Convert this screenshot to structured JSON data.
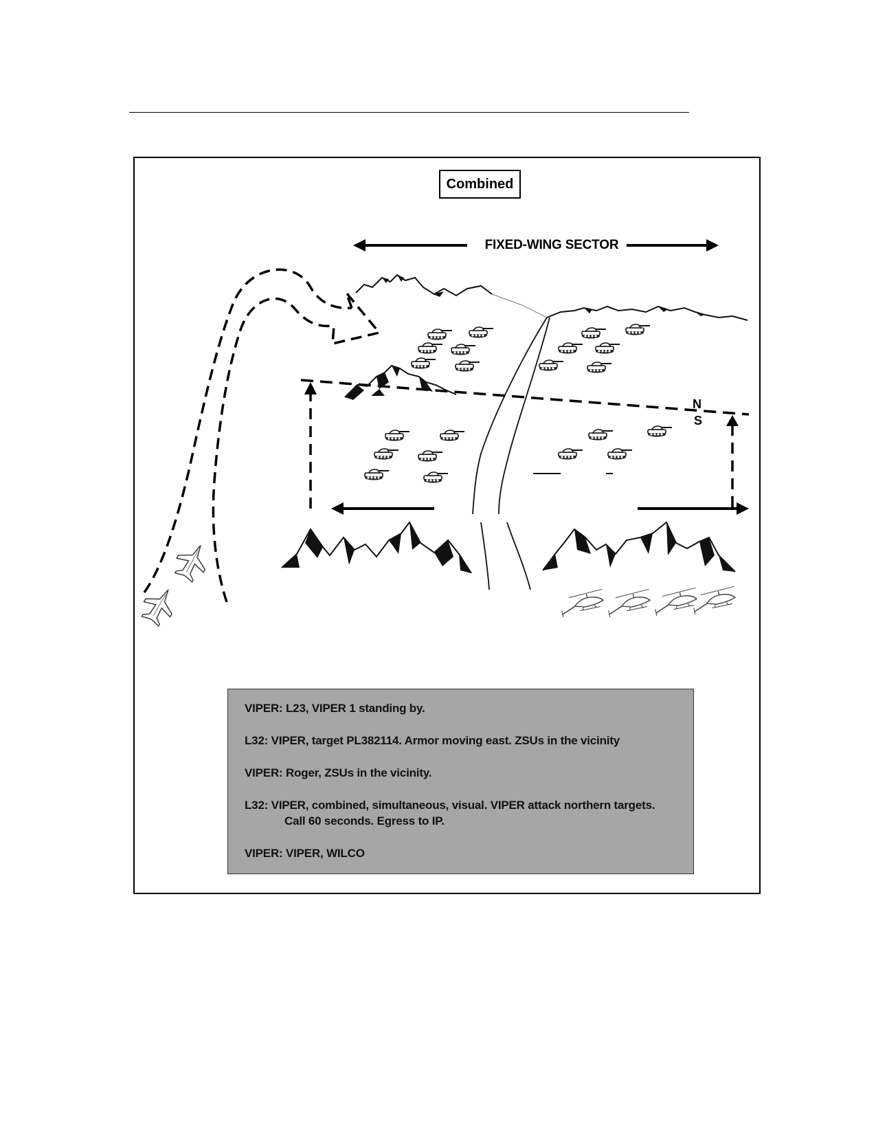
{
  "diagram": {
    "title": "Combined",
    "sector_label": "FIXED-WING SECTOR",
    "compass": {
      "north": "N",
      "south": "S"
    }
  },
  "dialog": {
    "lines": [
      {
        "text": "VIPER: L23, VIPER 1 standing by.",
        "continuation": ""
      },
      {
        "text": "L32: VIPER, target PL382114. Armor moving east. ZSUs in the vicinity",
        "continuation": ""
      },
      {
        "text": "VIPER: Roger, ZSUs in the vicinity.",
        "continuation": ""
      },
      {
        "text": "L32: VIPER, combined, simultaneous, visual. VIPER attack northern targets.",
        "continuation": "Call 60 seconds. Egress to IP."
      },
      {
        "text": "VIPER: VIPER,  WILCO",
        "continuation": ""
      }
    ]
  },
  "icons": {
    "aircraft": "fighter-jet-icon",
    "helicopter": "attack-helicopter-icon",
    "armor": "tank-icon",
    "terrain": "mountain-icon"
  }
}
